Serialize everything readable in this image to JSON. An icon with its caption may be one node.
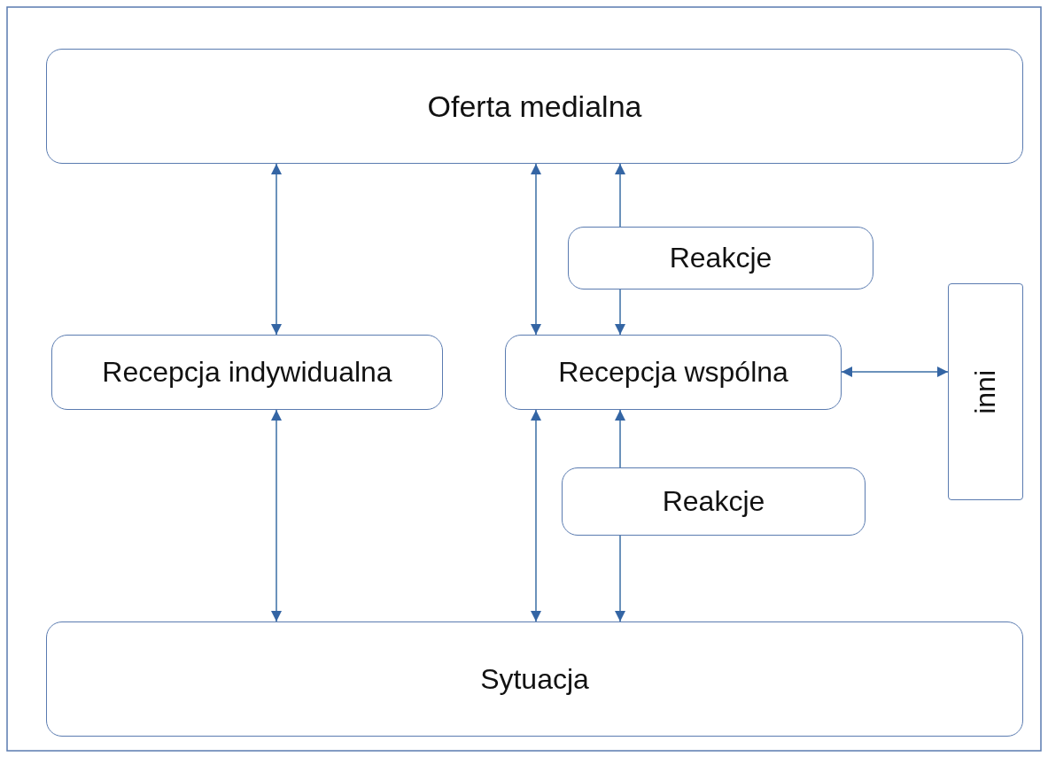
{
  "diagram": {
    "nodes": [
      {
        "text": [
          "Oferta medialna"
        ]
      },
      {
        "text": [
          "Reakcje"
        ]
      },
      {
        "text": [
          "Recepcja indywidualna"
        ]
      },
      {
        "text": [
          "Recepcja wspólna"
        ]
      },
      {
        "text": [
          "inni"
        ]
      },
      {
        "text": [
          "Reakcje"
        ]
      },
      {
        "text": [
          "Sytuacja"
        ]
      }
    ],
    "edges": [
      {
        "from": 2,
        "to": 0,
        "arrow": "both"
      },
      {
        "from": 3,
        "to": 0,
        "arrow": "both"
      },
      {
        "from": 1,
        "to": 0,
        "arrow": "to"
      },
      {
        "from": 1,
        "to": 3,
        "arrow": "to"
      },
      {
        "from": 3,
        "to": 4,
        "arrow": "both"
      },
      {
        "from": 2,
        "to": 6,
        "arrow": "both"
      },
      {
        "from": 3,
        "to": 6,
        "arrow": "both"
      },
      {
        "from": 5,
        "to": 3,
        "arrow": "to"
      },
      {
        "from": 5,
        "to": 6,
        "arrow": "to"
      }
    ]
  }
}
